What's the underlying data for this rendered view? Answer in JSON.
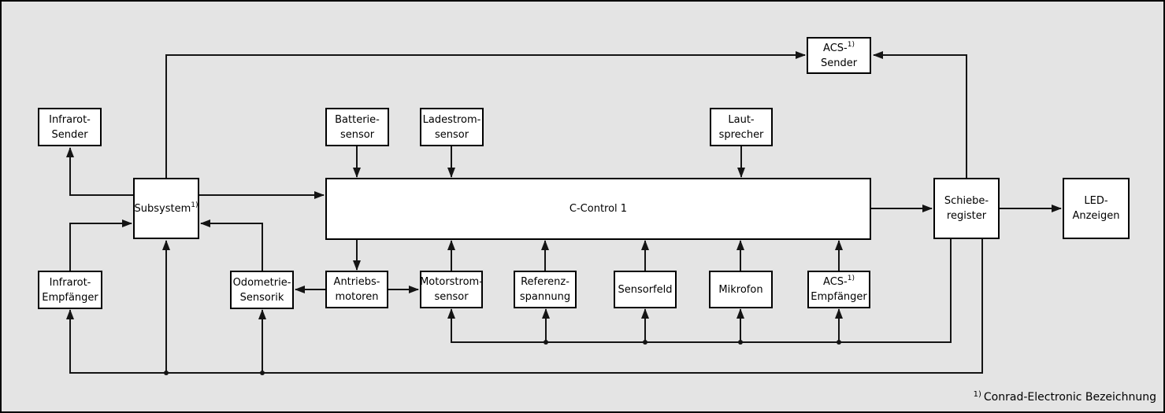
{
  "colors": {
    "background": "#e4e4e4",
    "box_fill": "#ffffff",
    "line": "#141414"
  },
  "footnote": {
    "marker": "1)",
    "text": "Conrad-Electronic Bezeichnung"
  },
  "boxes": {
    "infrarot_sender": {
      "line1": "Infrarot-",
      "line2": "Sender"
    },
    "batterie_sensor": {
      "line1": "Batterie-",
      "line2": "sensor"
    },
    "ladestrom_sensor": {
      "line1": "Ladestrom-",
      "line2": "sensor"
    },
    "laut_sprecher": {
      "line1": "Laut-",
      "line2": "sprecher"
    },
    "acs_sender": {
      "line1": "ACS-",
      "sup": "1)",
      "line2": "Sender"
    },
    "subsystem": {
      "line1": "Subsystem",
      "sup": "1)"
    },
    "c_control": {
      "line1": "C-Control 1"
    },
    "schiebe_register": {
      "line1": "Schiebe-",
      "line2": "register"
    },
    "led_anzeigen": {
      "line1": "LED-",
      "line2": "Anzeigen"
    },
    "infrarot_empfaenger": {
      "line1": "Infrarot-",
      "line2": "Empfänger"
    },
    "odometrie_sensorik": {
      "line1": "Odometrie-",
      "line2": "Sensorik"
    },
    "antriebs_motoren": {
      "line1": "Antriebs-",
      "line2": "motoren"
    },
    "motorstrom_sensor": {
      "line1": "Motorstrom-",
      "line2": "sensor"
    },
    "referenz_spannung": {
      "line1": "Referenz-",
      "line2": "spannung"
    },
    "sensorfeld": {
      "line1": "Sensorfeld"
    },
    "mikrofon": {
      "line1": "Mikrofon"
    },
    "acs_empfaenger": {
      "line1": "ACS-",
      "sup": "1)",
      "line2": "Empfänger"
    }
  },
  "edges": [
    {
      "from": "Subsystem",
      "to": "ACS-Sender"
    },
    {
      "from": "Schieberegister",
      "to": "ACS-Sender"
    },
    {
      "from": "Subsystem",
      "to": "Infrarot-Sender"
    },
    {
      "from": "Infrarot-Empfänger",
      "to": "Subsystem"
    },
    {
      "from": "Subsystem",
      "to": "C-Control 1"
    },
    {
      "from": "Odometrie-Sensorik",
      "to": "Subsystem"
    },
    {
      "from": "Batterie-sensor",
      "to": "C-Control 1"
    },
    {
      "from": "Ladestrom-sensor",
      "to": "C-Control 1"
    },
    {
      "from": "Lautsprecher",
      "to": "C-Control 1"
    },
    {
      "from": "C-Control 1",
      "to": "Antriebsmotoren"
    },
    {
      "from": "Motorstrom-sensor",
      "to": "C-Control 1"
    },
    {
      "from": "Referenzspannung",
      "to": "C-Control 1"
    },
    {
      "from": "Sensorfeld",
      "to": "C-Control 1"
    },
    {
      "from": "Mikrofon",
      "to": "C-Control 1"
    },
    {
      "from": "ACS-Empfänger",
      "to": "C-Control 1"
    },
    {
      "from": "Antriebsmotoren",
      "to": "Motorstrom-sensor"
    },
    {
      "from": "Antriebsmotoren",
      "to": "Odometrie-Sensorik"
    },
    {
      "from": "C-Control 1",
      "to": "Schieberegister"
    },
    {
      "from": "Schieberegister",
      "to": "LED-Anzeigen"
    },
    {
      "from": "Schieberegister",
      "to": "Motorstrom-sensor",
      "via": "bus"
    },
    {
      "from": "Schieberegister",
      "to": "Referenzspannung",
      "via": "bus"
    },
    {
      "from": "Schieberegister",
      "to": "Sensorfeld",
      "via": "bus"
    },
    {
      "from": "Schieberegister",
      "to": "Mikrofon",
      "via": "bus"
    },
    {
      "from": "Schieberegister",
      "to": "ACS-Empfänger",
      "via": "bus"
    },
    {
      "from": "Schieberegister",
      "to": "Infrarot-Empfänger",
      "via": "bus"
    },
    {
      "from": "Schieberegister",
      "to": "Subsystem",
      "via": "bus"
    },
    {
      "from": "Schieberegister",
      "to": "Odometrie-Sensorik",
      "via": "bus"
    }
  ]
}
